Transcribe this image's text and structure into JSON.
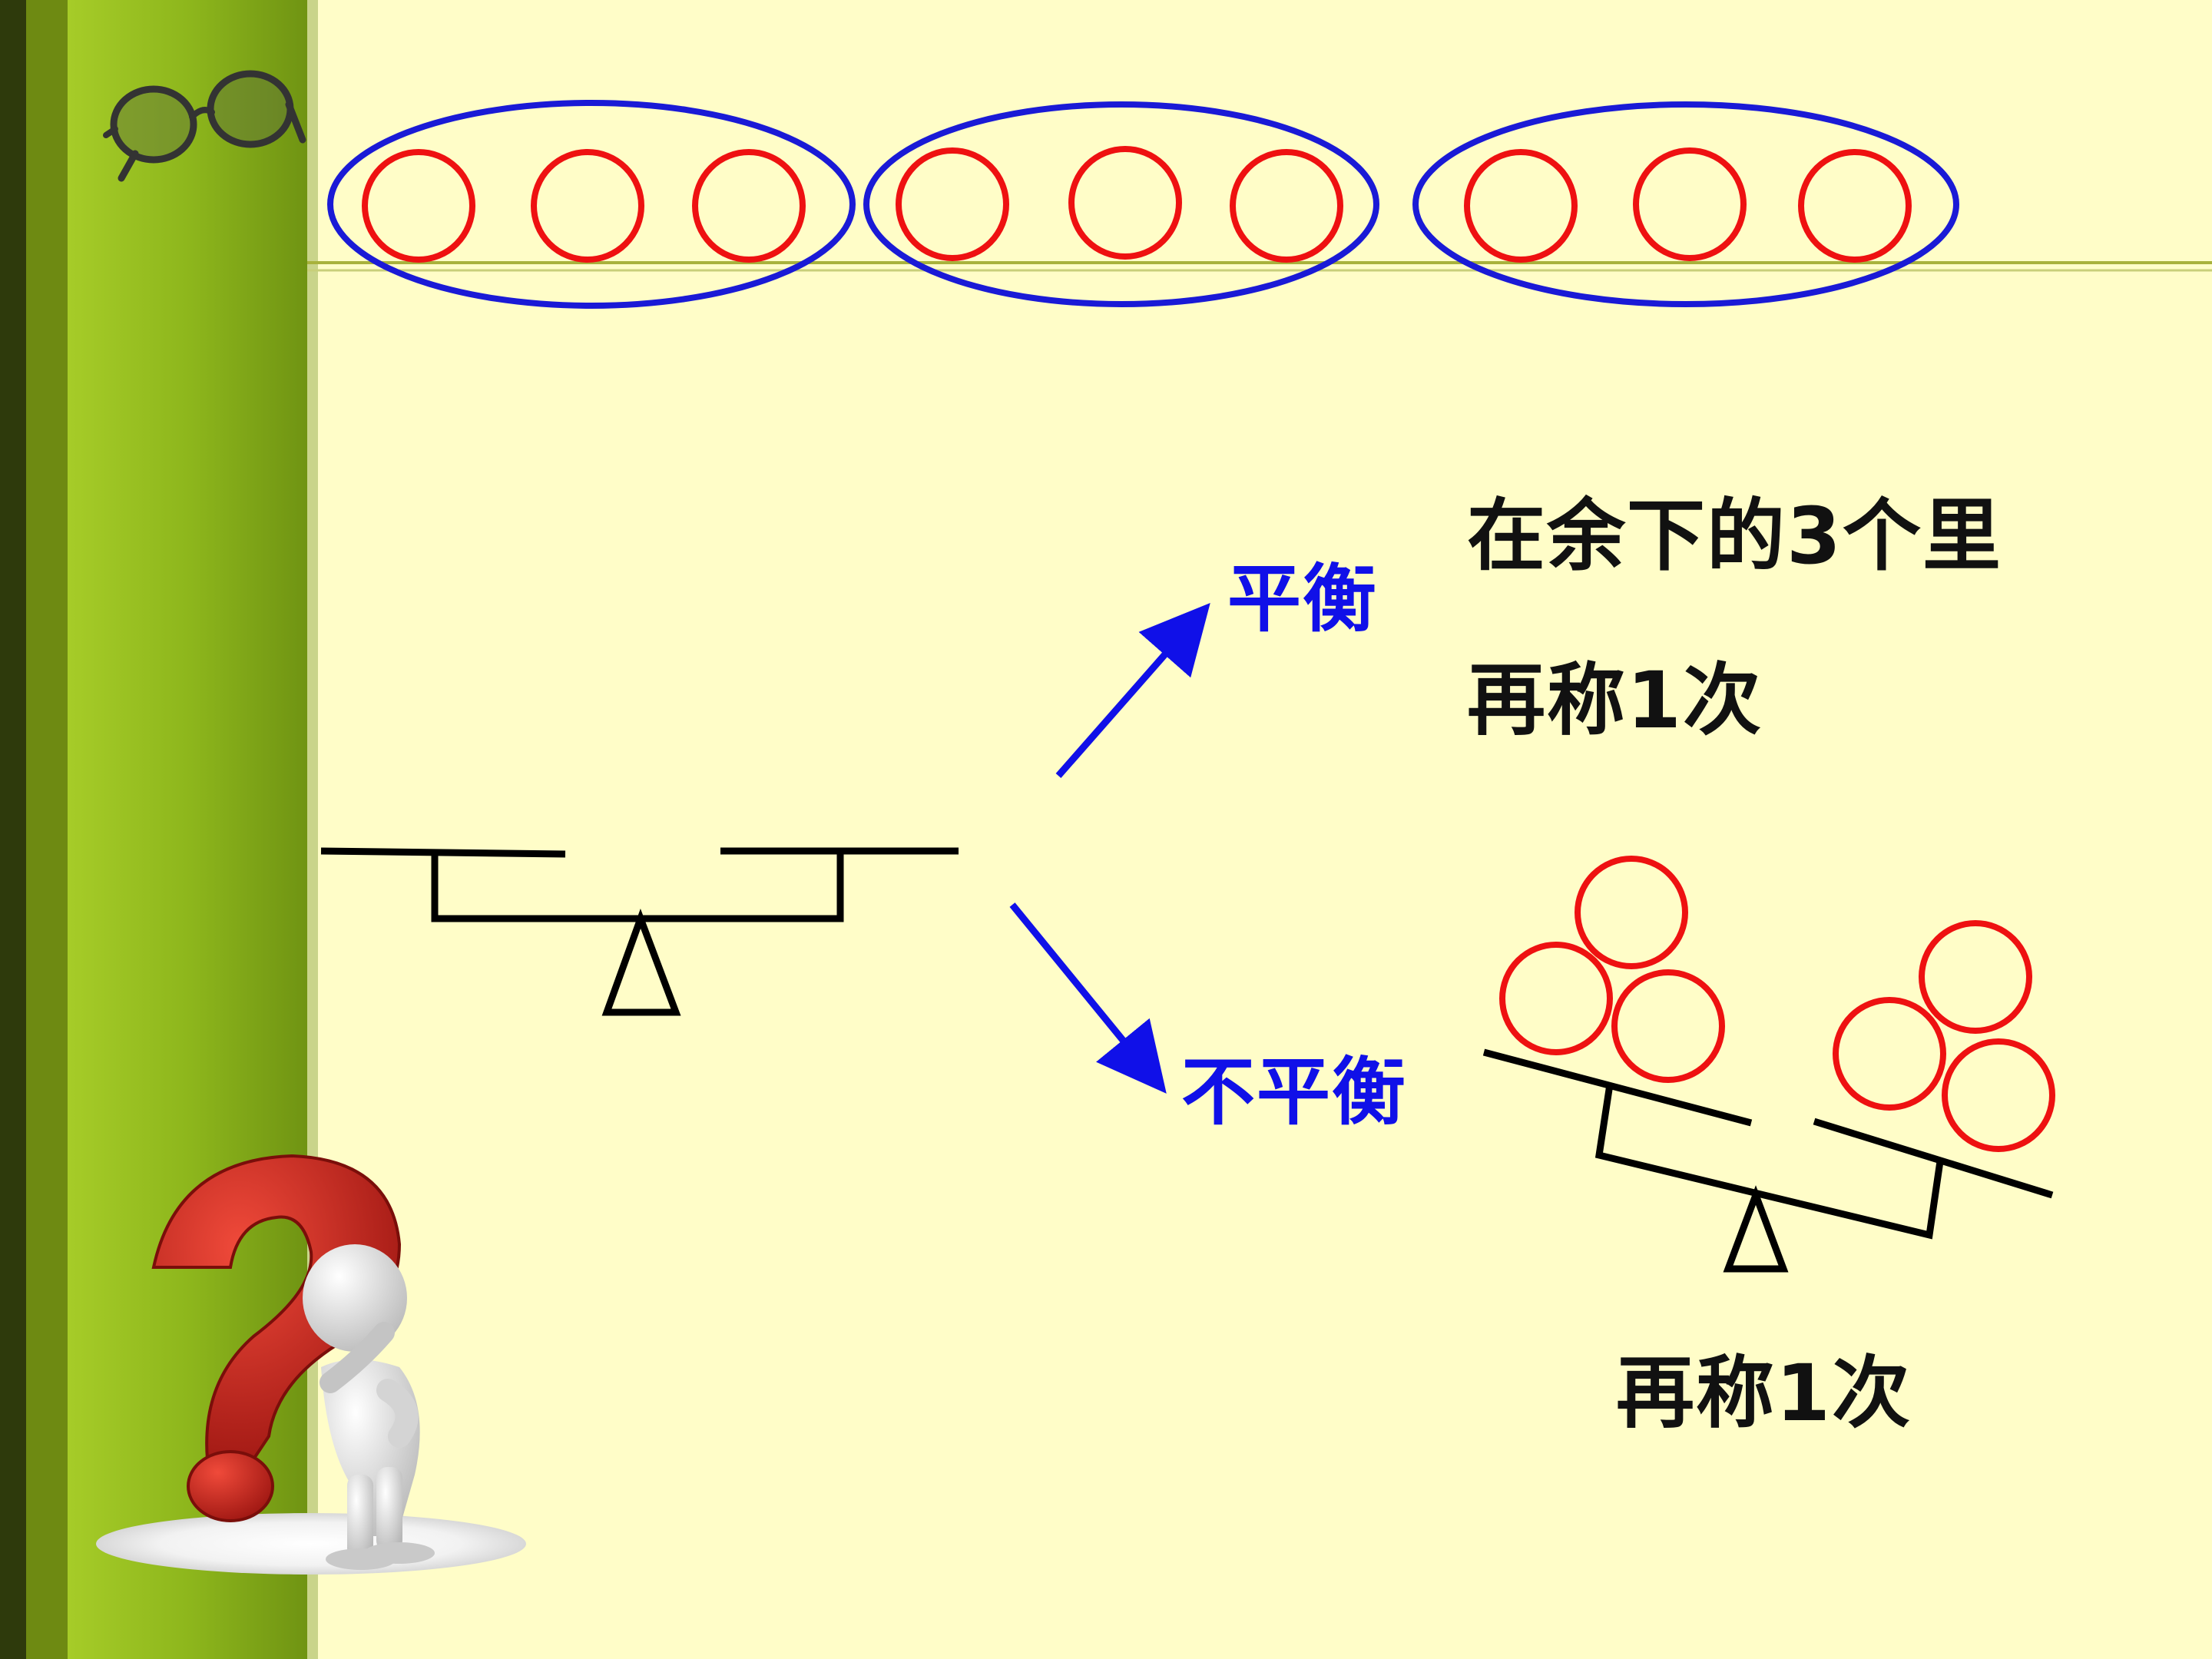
{
  "labels": {
    "balanced": "平衡",
    "unbalanced": "不平衡",
    "remaining_three": "在余下的3个里",
    "weigh_once_top": "再称1次",
    "weigh_once_bottom": "再称1次"
  },
  "groups": [
    {
      "balls": 3
    },
    {
      "balls": 3
    },
    {
      "balls": 3
    }
  ],
  "colors": {
    "background": "#FFFDC8",
    "ball_outline": "#EE1111",
    "group_outline": "#1A1AD6",
    "arrow": "#1010E8",
    "scale": "#000000",
    "sidebar_green": "#8DB61C",
    "sidebar_dark": "#3A4410"
  },
  "icons": {
    "glasses": "glasses-icon",
    "question_mark": "question-mark-icon",
    "thinking_figure": "thinking-person-icon"
  }
}
